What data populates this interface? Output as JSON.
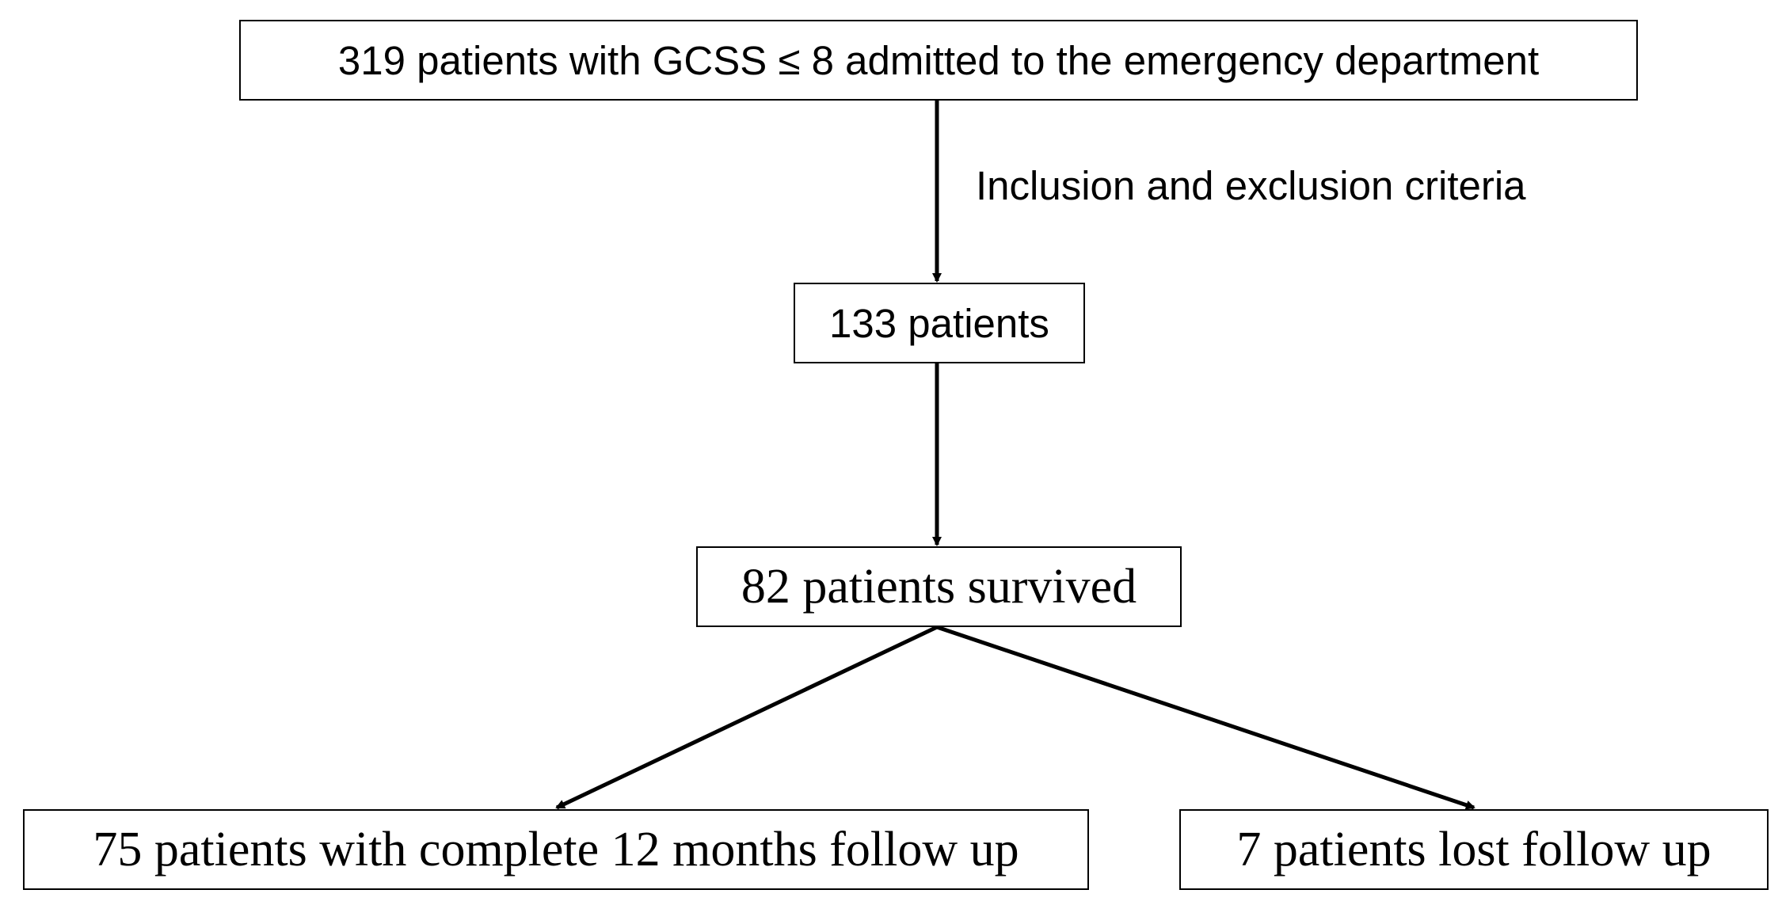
{
  "flowchart": {
    "top_box": "319 patients with GCSS ≤ 8 admitted to the emergency department",
    "criteria_label": "Inclusion and exclusion criteria",
    "included_box": "133 patients",
    "survived_box": "82 patients survived",
    "complete_followup_box": "75 patients with complete 12 months follow up",
    "lost_followup_box": "7 patients lost follow up"
  }
}
